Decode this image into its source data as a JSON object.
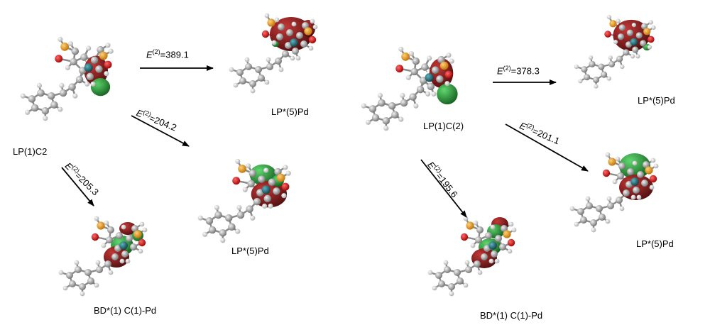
{
  "molecules": [
    {
      "id": "m1",
      "label": "LP(1)C2"
    },
    {
      "id": "m2",
      "label": "LP*(5)Pd"
    },
    {
      "id": "m3",
      "label": "LP*(5)Pd"
    },
    {
      "id": "m4",
      "label": "BD*(1) C(1)-Pd"
    },
    {
      "id": "m5",
      "label": "LP(1)C(2)"
    },
    {
      "id": "m6",
      "label": "LP*(5)Pd"
    },
    {
      "id": "m7",
      "label": "LP*(5)Pd"
    },
    {
      "id": "m8",
      "label": "BD*(1) C(1)-Pd"
    }
  ],
  "interactions": [
    {
      "from": "LP(1)C2",
      "to": "LP*(5)Pd",
      "symbol": "E",
      "superscript": "(2)",
      "value": "=389.1"
    },
    {
      "from": "LP(1)C2",
      "to": "LP*(5)Pd",
      "symbol": "E",
      "superscript": "(2)",
      "value": "=204.2"
    },
    {
      "from": "LP(1)C2",
      "to": "BD*(1) C(1)-Pd",
      "symbol": "E",
      "superscript": "(2)",
      "value": "=205.3"
    },
    {
      "from": "LP(1)C(2)",
      "to": "LP*(5)Pd",
      "symbol": "E",
      "superscript": "(2)",
      "value": "=378.3"
    },
    {
      "from": "LP(1)C(2)",
      "to": "LP*(5)Pd",
      "symbol": "E",
      "superscript": "(2)",
      "value": "=201.1"
    },
    {
      "from": "LP(1)C(2)",
      "to": "BD*(1) C(1)-Pd",
      "symbol": "E",
      "superscript": "(2)",
      "value": "=195.6"
    }
  ],
  "colors": {
    "carbon": "#9a9a9a",
    "hydrogen": "#e4e4e4",
    "phosphorus": "#f0a020",
    "oxygen": "#d81818",
    "palladium": "#1f6f7a",
    "orbital_positive": "#7a1010",
    "orbital_negative": "#1e8a2a",
    "arrow": "#000000"
  }
}
